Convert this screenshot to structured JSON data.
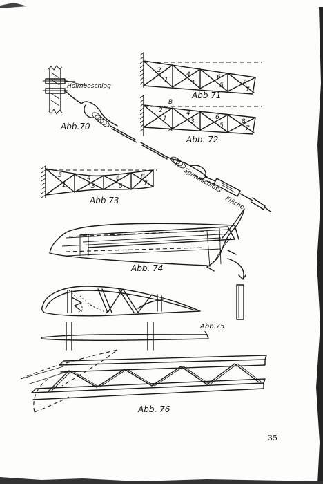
{
  "labels": {
    "holmbeschlag": "Holmbeschlag",
    "abb70": "Abb.70",
    "abb71": "Abb 71",
    "abb72": "Abb. 72",
    "abb73": "Abb 73",
    "abb74": "Abb. 74",
    "abb75": "Abb.75",
    "abb76": "Abb. 76",
    "spannschloss": "Spannschloss",
    "flache": "Fläche",
    "letter_a": "A",
    "letter_b": "B"
  },
  "bay_numbers_71": [
    "2",
    "1",
    "4",
    "3",
    "6",
    "5",
    "8",
    "7"
  ],
  "bay_numbers_72": [
    "2",
    "1",
    "4",
    "3",
    "6",
    "5",
    "8",
    "7"
  ],
  "bay_numbers_73": [
    "5",
    "1",
    "4",
    "3",
    "6",
    "5",
    "8",
    "7"
  ],
  "page_number": "35",
  "colors": {
    "ink": "#1a1a1a",
    "paper": "#fdfdfb"
  }
}
